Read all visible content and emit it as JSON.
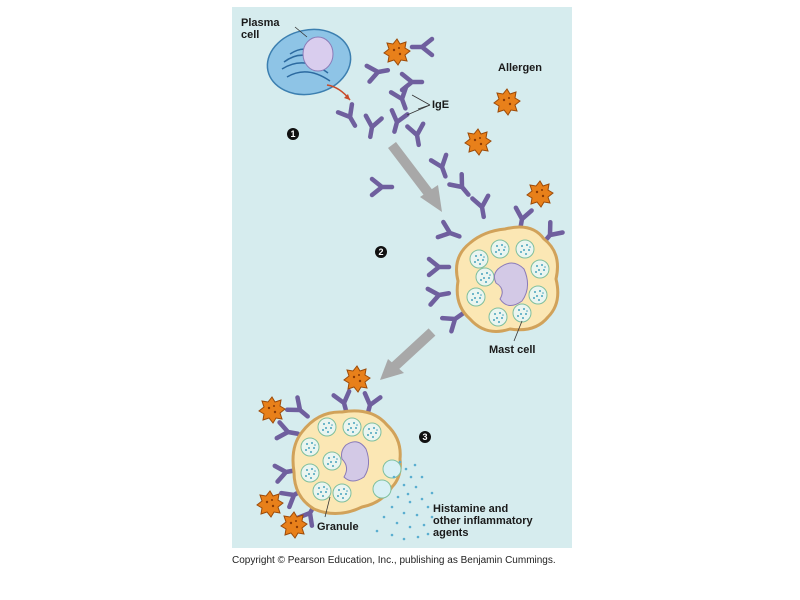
{
  "labels": {
    "plasma_cell": "Plasma\ncell",
    "ige": "IgE",
    "allergen": "Allergen",
    "mast_cell": "Mast cell",
    "granule": "Granule",
    "histamine": "Histamine and\nother inflammatory\nagents"
  },
  "steps": [
    "1",
    "2",
    "3"
  ],
  "copyright": "Copyright © Pearson Education, Inc., publishing as Benjamin Cummings.",
  "colors": {
    "background": "#d6ecee",
    "antibody": "#6f5f9e",
    "allergen": "#e8801a",
    "cell_fill": "#fbe7b4",
    "cell_border": "#d1a25a",
    "nucleus": "#d3c9e6",
    "plasma_cell": "#8ec4e6",
    "arrow": "#a8a8a8"
  }
}
